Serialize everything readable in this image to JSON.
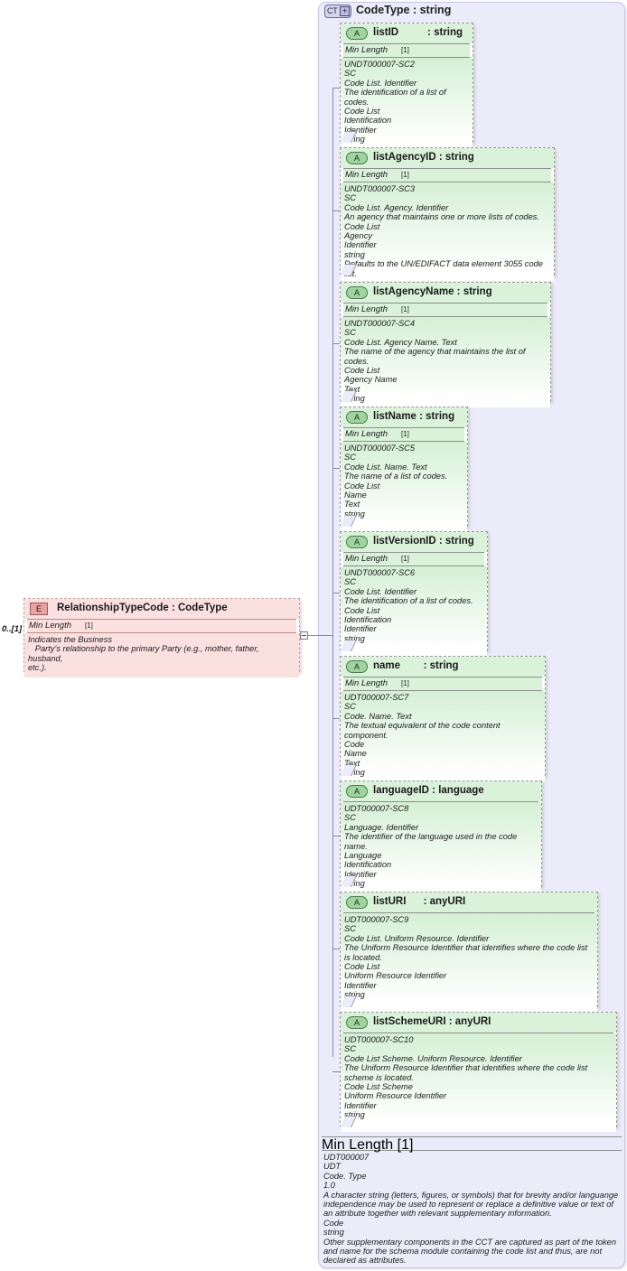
{
  "diagram": {
    "kind": "xsd-schema-diagram",
    "root_type": {
      "badge": "CT",
      "expander": "+",
      "title": "CodeType : string"
    },
    "element": {
      "badge": "E",
      "title": "RelationshipTypeCode : CodeType",
      "cardinality": "0..[1]",
      "min_length_label": "Min Length",
      "min_length_value": "[1]",
      "annotation": [
        "Indicates the Business",
        "   Party's relationship to the primary Party (e.g., mother, father, husband,",
        "etc.)."
      ]
    },
    "attributes": [
      {
        "badge": "A",
        "title": "listID          : string",
        "min_length_label": "Min Length",
        "min_length_value": "[1]",
        "annotation": [
          "UNDT000007-SC2",
          "SC",
          "Code List. Identifier",
          "The identification of a list of codes.",
          "Code List",
          "Identification",
          "Identifier",
          "string"
        ]
      },
      {
        "badge": "A",
        "title": "listAgencyID : string",
        "min_length_label": "Min Length",
        "min_length_value": "[1]",
        "annotation": [
          "UNDT000007-SC3",
          "SC",
          "Code List. Agency. Identifier",
          "An agency that maintains one or more lists of codes.",
          "Code List",
          "Agency",
          "Identifier",
          "string",
          "Defaults to the UN/EDIFACT data element 3055 code list."
        ]
      },
      {
        "badge": "A",
        "title": "listAgencyName : string",
        "min_length_label": "Min Length",
        "min_length_value": "[1]",
        "annotation": [
          "UNDT000007-SC4",
          "SC",
          "Code List. Agency Name. Text",
          "The name of the agency that maintains the list of codes.",
          "Code List",
          "Agency Name",
          "Text",
          "string"
        ]
      },
      {
        "badge": "A",
        "title": "listName : string",
        "min_length_label": "Min Length",
        "min_length_value": "[1]",
        "annotation": [
          "UNDT000007-SC5",
          "SC",
          "Code List. Name. Text",
          "The name of a list of codes.",
          "Code List",
          "Name",
          "Text",
          "string"
        ]
      },
      {
        "badge": "A",
        "title": "listVersionID : string",
        "min_length_label": "Min Length",
        "min_length_value": "[1]",
        "annotation": [
          "UNDT000007-SC6",
          "SC",
          "Code List. Identifier",
          "The identification of a list of codes.",
          "Code List",
          "Identification",
          "Identifier",
          "string"
        ]
      },
      {
        "badge": "A",
        "title": "name        : string",
        "min_length_label": "Min Length",
        "min_length_value": "[1]",
        "annotation": [
          "UDT000007-SC7",
          "SC",
          "Code. Name. Text",
          "The textual equivalent of the code content component.",
          "Code",
          "Name",
          "Text",
          "string"
        ]
      },
      {
        "badge": "A",
        "title": "languageID : language",
        "min_length_label": "",
        "min_length_value": "",
        "annotation": [
          "UDT000007-SC8",
          "SC",
          "Language. Identifier",
          "The identifier of the language used in the code name.",
          "Language",
          "Identification",
          "Identifier",
          "string"
        ]
      },
      {
        "badge": "A",
        "title": "listURI      : anyURI",
        "min_length_label": "",
        "min_length_value": "",
        "annotation": [
          "UDT000007-SC9",
          "SC",
          "Code List. Uniform Resource. Identifier",
          "The Uniform Resource Identifier that identifies where the code list is located.",
          "Code List",
          "Uniform Resource Identifier",
          "Identifier",
          "string"
        ]
      },
      {
        "badge": "A",
        "title": "listSchemeURI : anyURI",
        "min_length_label": "",
        "min_length_value": "",
        "annotation": [
          "UDT000007-SC10",
          "SC",
          "Code List Scheme. Uniform Resource. Identifier",
          "The Uniform Resource Identifier that identifies where the code list scheme is located.",
          "Code List Scheme",
          "Uniform Resource Identifier",
          "Identifier",
          "string"
        ]
      }
    ],
    "type_footer": {
      "min_length_label": "Min Length",
      "min_length_value": "[1]",
      "annotation": [
        "UDT000007",
        "UDT",
        "Code. Type",
        "1.0",
        "A character string (letters, figures, or symbols) that for brevity and/or languange independence may be used to represent or replace a definitive value or text of an attribute together with relevant supplementary information.",
        "Code",
        "string",
        "Other supplementary components in the CCT are captured as part of the token and name for the schema module containing the code list and thus, are not declared as attributes."
      ]
    },
    "colors": {
      "container_fill": "#ecebfa",
      "attribute_fill": "#d9f2d9",
      "element_fill": "#fbe0e0",
      "badge_attribute": "#9fd39f",
      "badge_element": "#e5a3a3",
      "badge_type": "#d6d4ef",
      "connector": "#8a8aa0"
    }
  }
}
